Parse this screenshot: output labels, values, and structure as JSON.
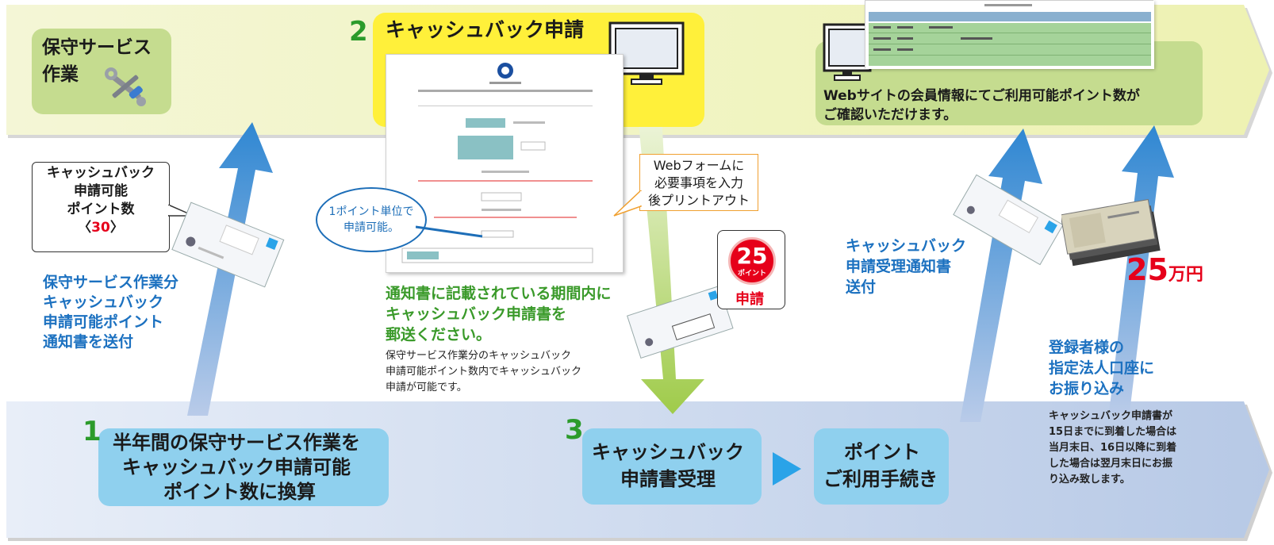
{
  "step1": {
    "label": "保守サービス作業",
    "label_line1": "保守サービス",
    "label_line2": "作業",
    "tools_icon": "wrench-screwdriver-icon"
  },
  "points_card": {
    "line1": "キャッシュバック",
    "line2": "申請可能",
    "line3": "ポイント数",
    "open": "〈",
    "value": "30",
    "close": "〉"
  },
  "send_notice": {
    "line1": "保守サービス作業分",
    "line2": "キャッシュバック",
    "line3": "申請可能ポイント",
    "line4": "通知書を送付"
  },
  "bottom_step1": {
    "number": "1",
    "line1": "半年間の保守サービス作業を",
    "line2": "キャッシュバック申請可能",
    "line3": "ポイント数に換算"
  },
  "step2": {
    "number": "2",
    "title": "キャッシュバック申請"
  },
  "bubble_point_unit": {
    "line1": "1ポイント単位で",
    "line2": "申請可能。"
  },
  "webform_callout": {
    "line1": "Webフォームに",
    "line2": "必要事項を入力",
    "line3": "後プリントアウト"
  },
  "mail_instruction": {
    "line1": "通知書に記載されている期間内に",
    "line2": "キャッシュバック申請書を",
    "line3": "郵送ください。"
  },
  "mail_note": {
    "line1": "保守サービス作業分のキャッシュバック",
    "line2": "申請可能ポイント数内でキャッシュバック",
    "line3": "申請が可能です。"
  },
  "apply_badge": {
    "points": "25",
    "points_unit": "ポイント",
    "label": "申請"
  },
  "bottom_step3": {
    "number": "3",
    "line1": "キャッシュバック",
    "line2": "申請書受理"
  },
  "bottom_point_proc": {
    "line1": "ポイント",
    "line2": "ご利用手続き"
  },
  "acceptance_notice": {
    "line1": "キャッシュバック",
    "line2": "申請受理通知書",
    "line3": "送付"
  },
  "website_info": {
    "line1": "Webサイトの会員情報にてご利用可能ポイント数が",
    "line2": "ご確認いただけます。"
  },
  "payment_amount": {
    "value": "25",
    "unit": "万円"
  },
  "payment_transfer": {
    "line1": "登録者様の",
    "line2": "指定法人口座に",
    "line3": "お振り込み"
  },
  "payment_note": {
    "line1": "キャッシュバック申請書が",
    "line2": "15日までに到着した場合は",
    "line3": "当月末日、16日以降に到着",
    "line4": "した場合は翌月末日にお振",
    "line5": "り込み致します。"
  },
  "colors": {
    "top_band": "#f3f5c9",
    "bottom_band": "#dce6f5",
    "green_box": "#c5dc8f",
    "blue_box": "#8fd0ee",
    "yellow_box": "#fff03a",
    "blue_text": "#1c71c0",
    "green_text": "#3a9a2a",
    "red": "#e6001a"
  }
}
